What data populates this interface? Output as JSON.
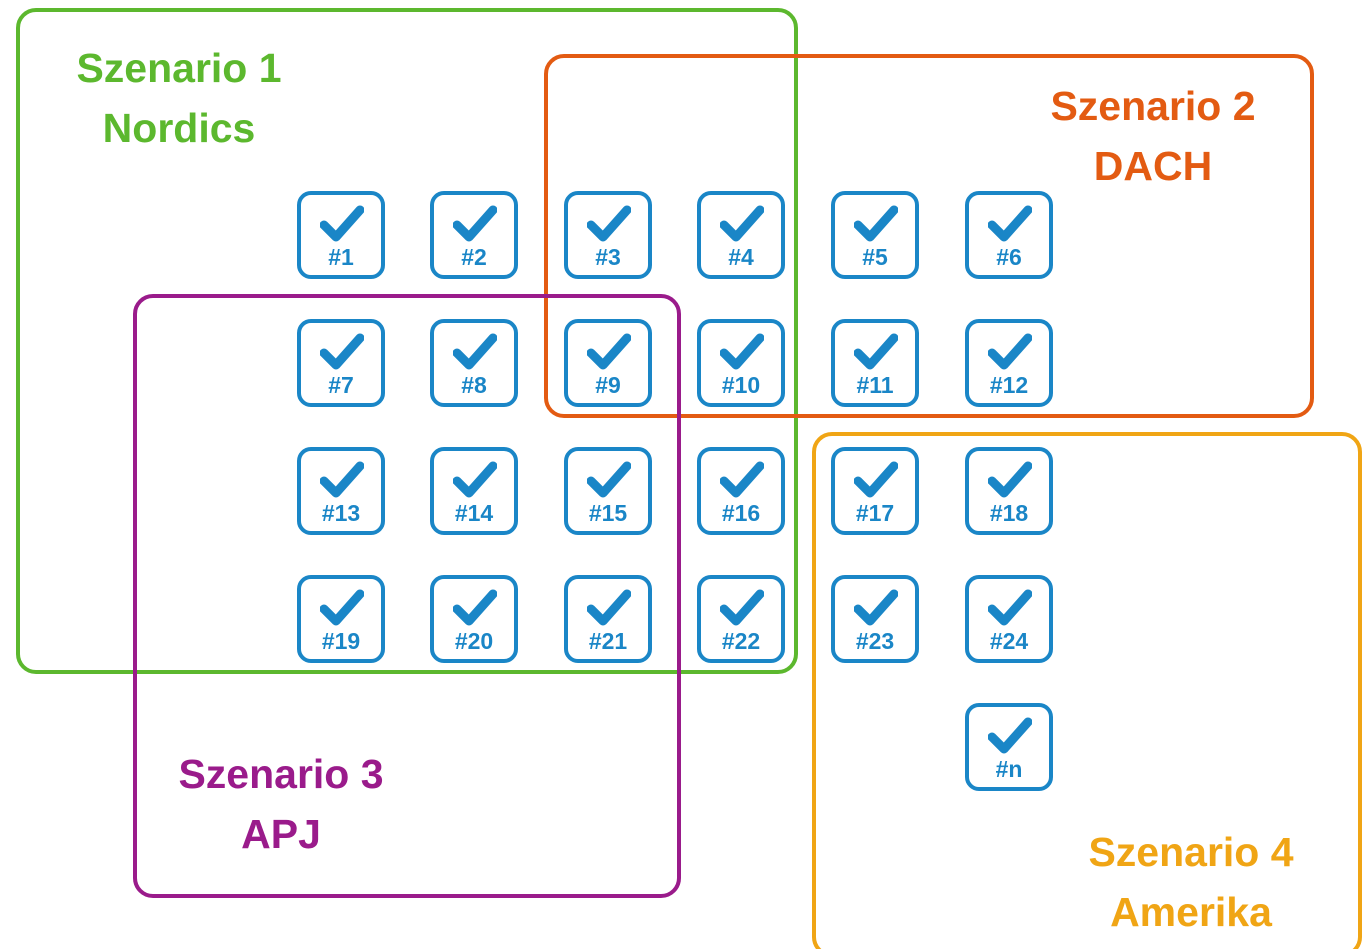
{
  "colors": {
    "scenario_1": "#5cb82e",
    "scenario_2": "#e35b12",
    "scenario_3": "#9a1b8b",
    "scenario_4": "#f0a515",
    "tile": "#1a86c7"
  },
  "scenarios": [
    {
      "id": "1",
      "title": "Szenario 1",
      "region": "Nordics"
    },
    {
      "id": "2",
      "title": "Szenario 2",
      "region": "DACH"
    },
    {
      "id": "3",
      "title": "Szenario 3",
      "region": "APJ"
    },
    {
      "id": "4",
      "title": "Szenario 4",
      "region": "Amerika"
    }
  ],
  "tile_icon": "checkmark-icon",
  "tiles": [
    "#1",
    "#2",
    "#3",
    "#4",
    "#5",
    "#6",
    "#7",
    "#8",
    "#9",
    "#10",
    "#11",
    "#12",
    "#13",
    "#14",
    "#15",
    "#16",
    "#17",
    "#18",
    "#19",
    "#20",
    "#21",
    "#22",
    "#23",
    "#24",
    "#n"
  ]
}
